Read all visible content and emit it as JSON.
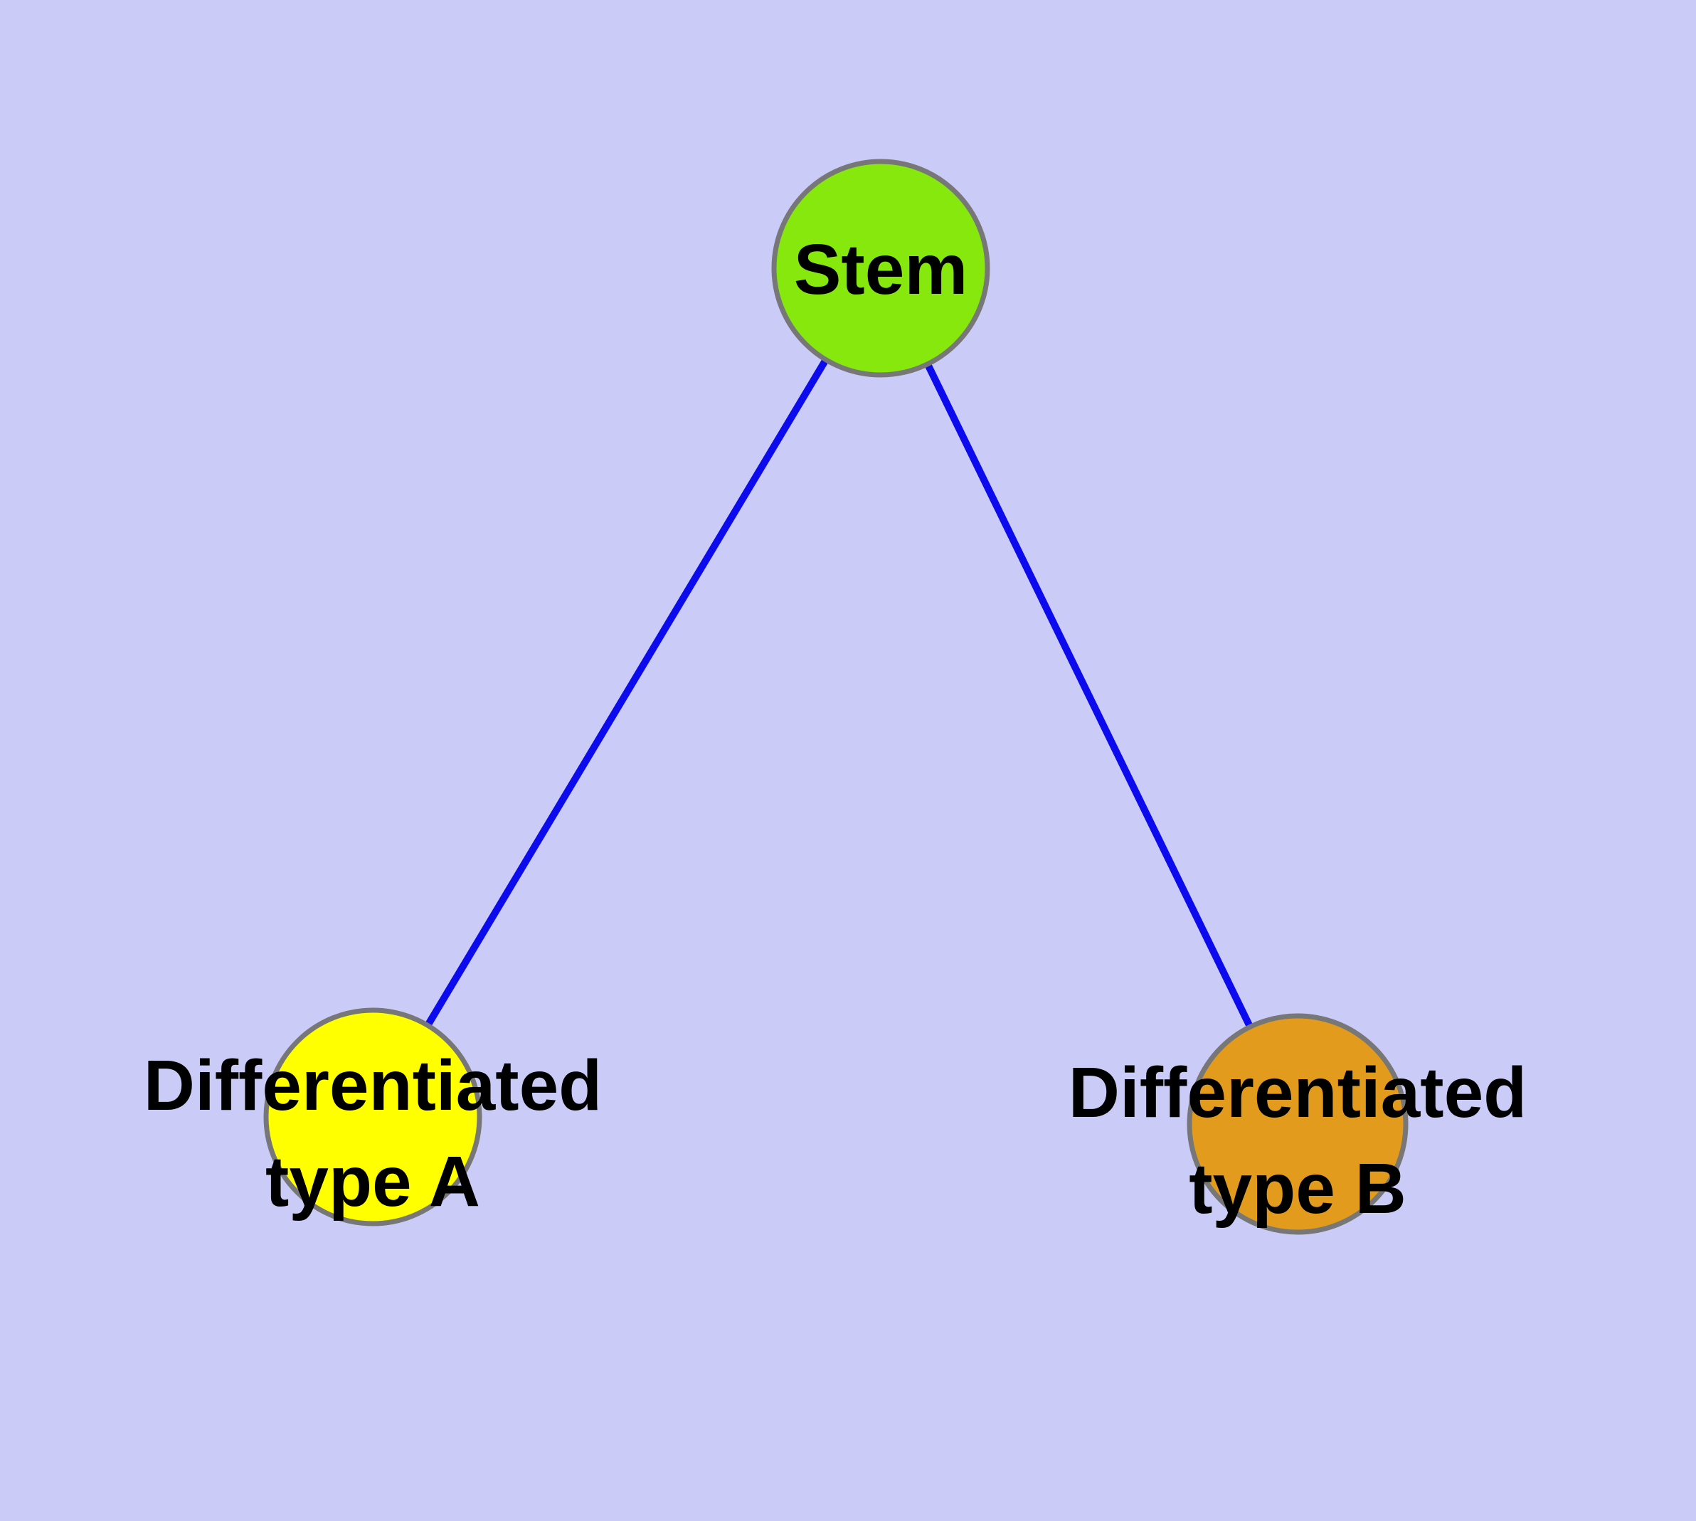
{
  "diagram": {
    "type": "node-link-graph",
    "background_color": "#CBCBF8",
    "edge_color": "#0B0BEE",
    "node_border_color": "#777777",
    "label_color": "#000000",
    "nodes": [
      {
        "id": "stem",
        "label": "Stem",
        "lines": [
          "Stem"
        ],
        "fill": "#86E80D"
      },
      {
        "id": "differentiated-type-a",
        "label": "Differentiated type A",
        "lines": [
          "Differentiated",
          "type A"
        ],
        "fill": "#FFFF00"
      },
      {
        "id": "differentiated-type-b",
        "label": "Differentiated type B",
        "lines": [
          "Differentiated",
          "type B"
        ],
        "fill": "#E39B1E"
      }
    ],
    "edges": [
      {
        "from": "stem",
        "to": "differentiated-type-a"
      },
      {
        "from": "stem",
        "to": "differentiated-type-b"
      }
    ]
  }
}
